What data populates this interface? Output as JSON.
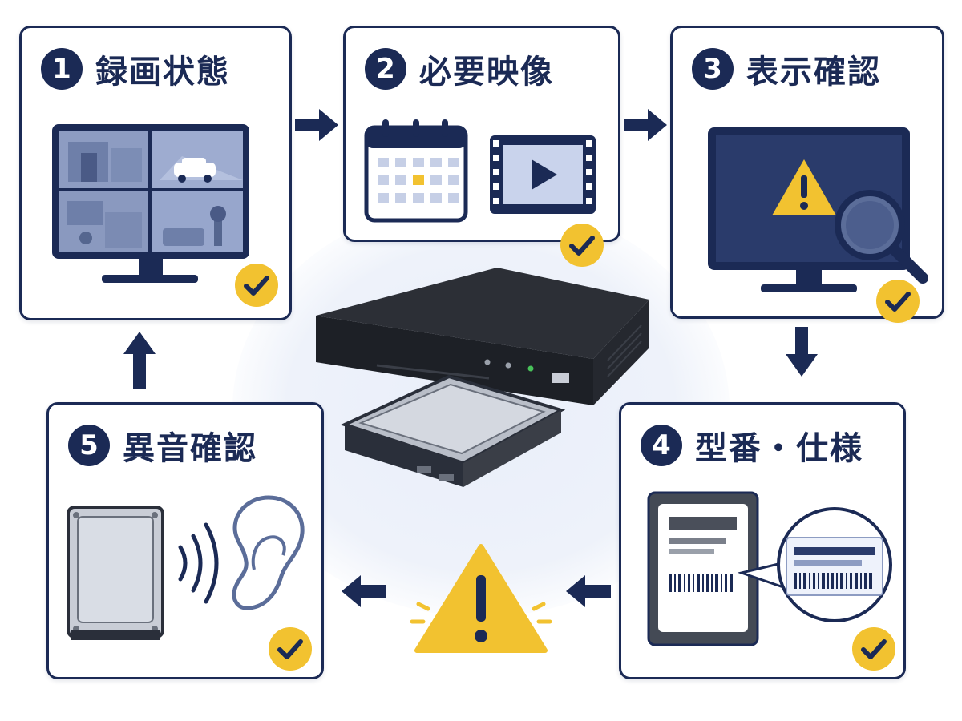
{
  "steps": [
    {
      "number": "1",
      "title": "録画状態"
    },
    {
      "number": "2",
      "title": "必要映像"
    },
    {
      "number": "3",
      "title": "表示確認"
    },
    {
      "number": "4",
      "title": "型番・仕様"
    },
    {
      "number": "5",
      "title": "異音確認"
    }
  ],
  "icons": {
    "step1": "monitor-camera-grid-icon",
    "step2": [
      "calendar-icon",
      "video-play-icon"
    ],
    "step3": [
      "monitor-warning-icon",
      "magnifier-icon"
    ],
    "step4": [
      "hdd-label-icon",
      "label-callout-icon"
    ],
    "step5": [
      "hdd-icon",
      "sound-waves-icon",
      "ear-icon"
    ],
    "center": [
      "recorder-icon",
      "hdd-icon"
    ],
    "warning": "warning-triangle-icon",
    "check": "check-badge-icon"
  },
  "colors": {
    "navy": "#1b2a55",
    "check_yellow": "#f2c230",
    "warning_yellow": "#f2c230",
    "screen_blue": "#5b6d99"
  }
}
